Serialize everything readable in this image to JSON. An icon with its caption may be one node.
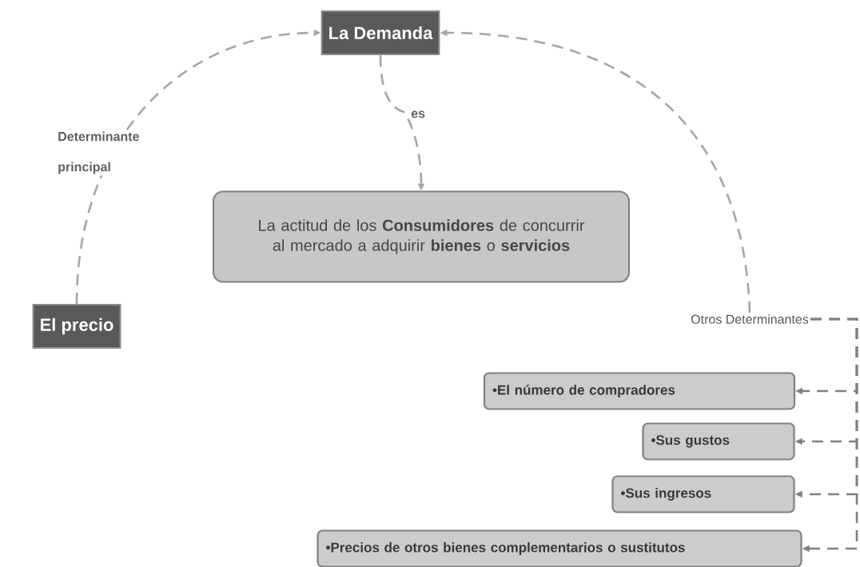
{
  "diagram": {
    "nodes": [
      {
        "text": [
          "La Demanda"
        ]
      },
      {
        "text": [
          "La actitud de los **Consumidores** de concurrir al mercado a adquirir **bienes** o **servicios**"
        ]
      },
      {
        "text": [
          "El precio"
        ]
      },
      {
        "text": [
          "Otros Determinantes"
        ]
      },
      {
        "text": [
          "•El número de compradores"
        ]
      },
      {
        "text": [
          "•Sus gustos"
        ]
      },
      {
        "text": [
          "•Sus ingresos"
        ]
      },
      {
        "text": [
          "•Precios de otros bienes complementarios o sustitutos"
        ]
      }
    ],
    "edges": [
      {
        "from": 2,
        "to": 0,
        "arrow": "to",
        "label": "Determinante principal",
        "style": "dashed",
        "color": "#a6a6a6"
      },
      {
        "from": 0,
        "to": 1,
        "arrow": "to",
        "label": "es",
        "style": "dashed",
        "color": "#a6a6a6"
      },
      {
        "from": 3,
        "to": 0,
        "arrow": "to",
        "style": "dashed",
        "color": "#a6a6a6"
      },
      {
        "from": 3,
        "to": 4,
        "arrow": "to",
        "style": "dashed"
      },
      {
        "from": 3,
        "to": 5,
        "arrow": "to",
        "style": "dashed"
      },
      {
        "from": 3,
        "to": 6,
        "arrow": "to",
        "style": "dashed"
      },
      {
        "from": 3,
        "to": 7,
        "arrow": "to",
        "style": "dashed"
      }
    ]
  }
}
